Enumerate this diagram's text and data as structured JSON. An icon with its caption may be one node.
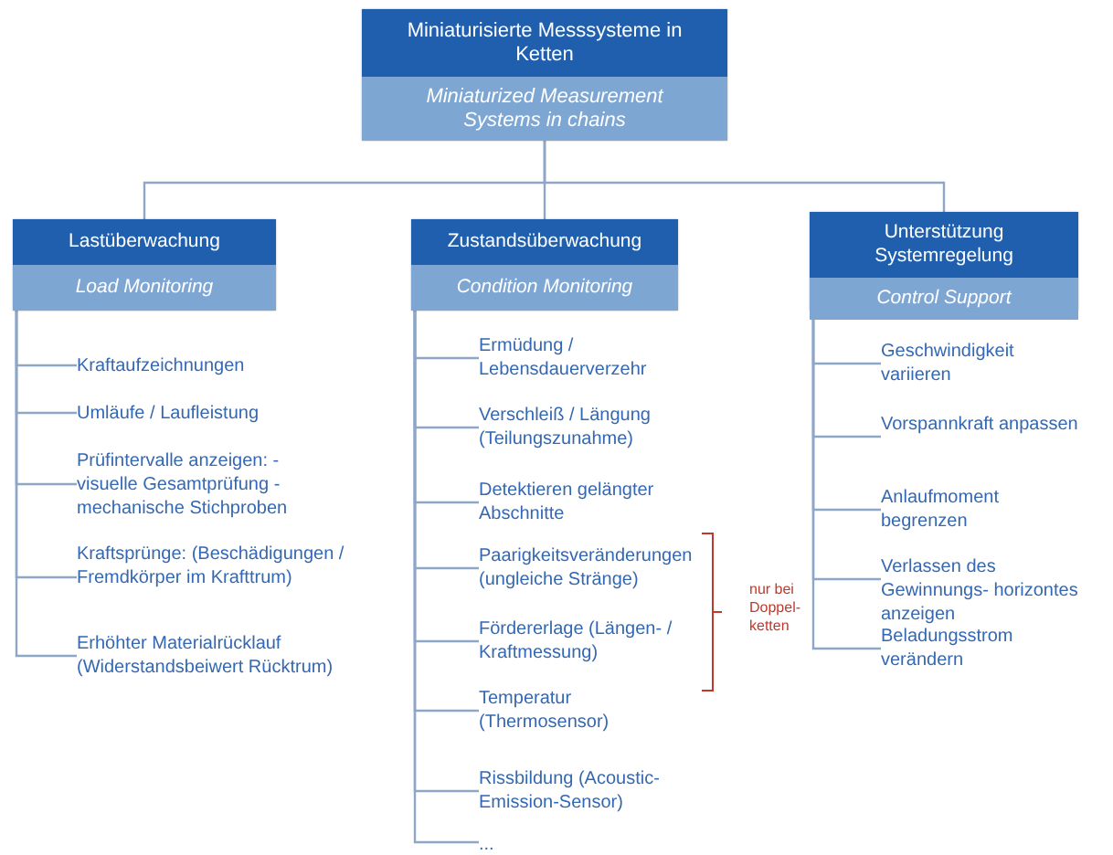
{
  "diagram": {
    "nodes": [
      {
        "text": [
          "Miniaturisierte Messsysteme in Ketten",
          "Miniaturized Measurement Systems in chains"
        ]
      },
      {
        "text": [
          "Lastüberwachung",
          "Load Monitoring"
        ]
      },
      {
        "text": [
          "Zustandsüberwachung",
          "Condition Monitoring"
        ]
      },
      {
        "text": [
          "Unterstützung Systemregelung",
          "Control Support"
        ]
      },
      {
        "text": [
          "Kraftaufzeichnungen"
        ]
      },
      {
        "text": [
          "Umläufe / Laufleistung"
        ]
      },
      {
        "text": [
          "Prüfintervalle anzeigen: - visuelle Gesamtprüfung - mechanische Stichproben"
        ]
      },
      {
        "text": [
          "Kraftsprünge: (Beschädigungen / Fremdkörper im Krafttrum)"
        ]
      },
      {
        "text": [
          "Erhöhter Materialrücklauf (Widerstandsbeiwert Rücktrum)"
        ]
      },
      {
        "text": [
          "Ermüdung / Lebensdauerverzehr"
        ]
      },
      {
        "text": [
          "Verschleiß / Längung (Teilungszunahme)"
        ]
      },
      {
        "text": [
          "Detektieren gelängter Abschnitte"
        ]
      },
      {
        "text": [
          "Paarigkeitsveränderungen (ungleiche Stränge)"
        ]
      },
      {
        "text": [
          "Fördererlage (Längen- / Kraftmessung)"
        ]
      },
      {
        "text": [
          "Temperatur (Thermosensor)"
        ]
      },
      {
        "text": [
          "Rissbildung (Acoustic-Emission-Sensor)"
        ]
      },
      {
        "text": [
          "..."
        ]
      },
      {
        "text": [
          "Geschwindigkeit variieren"
        ]
      },
      {
        "text": [
          "Vorspannkraft anpassen"
        ]
      },
      {
        "text": [
          "Anlaufmoment begrenzen"
        ]
      },
      {
        "text": [
          "Verlassen des Gewinnungs- horizontes anzeigen"
        ]
      },
      {
        "text": [
          "Beladungsstrom verändern"
        ]
      }
    ],
    "edges": [
      {
        "from": 0,
        "to": 1,
        "arrow": "none"
      },
      {
        "from": 0,
        "to": 2,
        "arrow": "none"
      },
      {
        "from": 0,
        "to": 3,
        "arrow": "none"
      },
      {
        "from": 1,
        "to": 4,
        "arrow": "none"
      },
      {
        "from": 1,
        "to": 5,
        "arrow": "none"
      },
      {
        "from": 1,
        "to": 6,
        "arrow": "none"
      },
      {
        "from": 1,
        "to": 7,
        "arrow": "none"
      },
      {
        "from": 1,
        "to": 8,
        "arrow": "none"
      },
      {
        "from": 2,
        "to": 9,
        "arrow": "none"
      },
      {
        "from": 2,
        "to": 10,
        "arrow": "none"
      },
      {
        "from": 2,
        "to": 11,
        "arrow": "none"
      },
      {
        "from": 2,
        "to": 12,
        "arrow": "none"
      },
      {
        "from": 2,
        "to": 13,
        "arrow": "none"
      },
      {
        "from": 2,
        "to": 14,
        "arrow": "none"
      },
      {
        "from": 2,
        "to": 15,
        "arrow": "none"
      },
      {
        "from": 2,
        "to": 16,
        "arrow": "none"
      },
      {
        "from": 3,
        "to": 17,
        "arrow": "none"
      },
      {
        "from": 3,
        "to": 18,
        "arrow": "none"
      },
      {
        "from": 3,
        "to": 19,
        "arrow": "none"
      },
      {
        "from": 3,
        "to": 20,
        "arrow": "none"
      },
      {
        "from": 3,
        "to": 21,
        "arrow": "none"
      }
    ],
    "labels": [
      "nur bei Doppel- ketten"
    ]
  }
}
